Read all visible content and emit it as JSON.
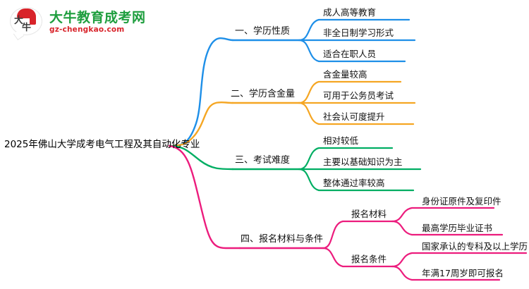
{
  "brand": {
    "logo_icon": "daniu-bull-bubble-logo",
    "title": "大牛教育成考网",
    "url": "gz-chengkao.com",
    "title_color": "#1e9e3e",
    "url_color": "#d8232a",
    "mark_color": "#d8232a"
  },
  "mindmap": {
    "root": "2025年佛山大学成考电气工程及其自动化专业",
    "colors": {
      "blue": "#1e8fe8",
      "orange": "#f5a623",
      "green": "#00ae63",
      "pink": "#ec1c7d"
    },
    "branches": [
      {
        "label": "一、学历性质",
        "color": "#1e8fe8",
        "leaves": [
          "成人高等教育",
          "非全日制学习形式",
          "适合在职人员"
        ]
      },
      {
        "label": "二、学历含金量",
        "color": "#f5a623",
        "leaves": [
          "含金量较高",
          "可用于公务员考试",
          "社会认可度提升"
        ]
      },
      {
        "label": "三、考试难度",
        "color": "#00ae63",
        "leaves": [
          "相对较低",
          "主要以基础知识为主",
          "整体通过率较高"
        ]
      },
      {
        "label": "四、报名材料与条件",
        "color": "#ec1c7d",
        "groups": [
          {
            "label": "报名材料",
            "leaves": [
              "身份证原件及复印件",
              "最高学历毕业证书"
            ]
          },
          {
            "label": "报名条件",
            "leaves": [
              "国家承认的专科及以上学历",
              "年满17周岁即可报名"
            ]
          }
        ]
      }
    ]
  }
}
